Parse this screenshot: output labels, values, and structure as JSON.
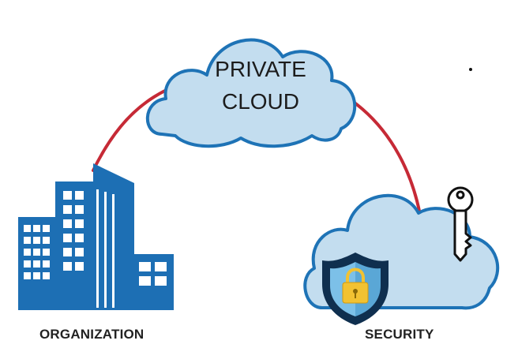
{
  "cloud": {
    "line1": "PRIVATE",
    "line2": "CLOUD"
  },
  "labels": {
    "organization": "ORGANIZATION",
    "security": "SECURITY"
  },
  "icons": {
    "top": "cloud-icon",
    "left": "office-building-icon",
    "right_cloud": "cloud-icon",
    "shield": "shield-lock-icon",
    "key": "key-icon"
  },
  "colors": {
    "connector": "#c62a36",
    "cloud_fill": "#c3ddef",
    "cloud_stroke": "#1e73b6",
    "building": "#1d6fb4",
    "shield": "#0f2f4f",
    "lock": "#f2c232"
  }
}
